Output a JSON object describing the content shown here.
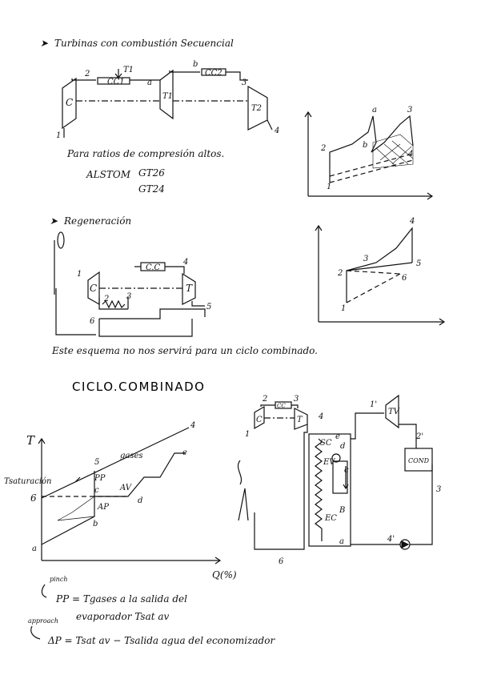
{
  "section1": {
    "bullet": "➤",
    "title": "Turbinas con combustión Secuencial",
    "note_line1": "Para ratios de compresión altos.",
    "models_brand": "ALSTOM",
    "model_a": "GT26",
    "model_b": "GT24",
    "diag_labels": {
      "n1": "1",
      "n2": "2",
      "n3": "3",
      "n4": "4",
      "a": "a",
      "b": "b",
      "T1": "T1",
      "CC1": "CC1",
      "CC2": "CC2",
      "C": "C",
      "T1b": "T1",
      "T2": "T2"
    },
    "ts_labels": {
      "a": "a",
      "b": "b",
      "3": "3",
      "2": "2",
      "4": "4",
      "1": "1"
    }
  },
  "section2": {
    "bullet": "➤",
    "title": "Regeneración",
    "diag_labels": {
      "n1": "1",
      "n2": "2",
      "n3": "3",
      "n4": "4",
      "n5": "5",
      "n6": "6",
      "C": "C",
      "CC": "C.C",
      "T": "T"
    },
    "ts_labels": {
      "4": "4",
      "3": "3",
      "5": "5",
      "2": "2",
      "6": "6",
      "1": "1"
    },
    "note": "Este esquema no nos servirá para un ciclo combinado."
  },
  "section3": {
    "title": "CICLO.COMBINADO",
    "tq": {
      "T_axis": "T",
      "Q_axis": "Q(%)",
      "T_sat": "Tsaturación",
      "n4": "4",
      "n5": "5",
      "n6": "6",
      "gases": "gases",
      "a": "a",
      "b": "b",
      "c": "c",
      "d": "d",
      "e": "e",
      "PP": "PP",
      "AP": "AP",
      "AV": "AV"
    },
    "plant": {
      "n1": "1",
      "n2": "2",
      "n3": "3",
      "n4": "4",
      "n6": "6",
      "n1p": "1'",
      "n2p": "2'",
      "n4p": "4'",
      "C": "C",
      "CC": "CC",
      "T": "T",
      "TV": "TV",
      "COND": "COND",
      "SC": "SC",
      "EV": "EV",
      "EC": "EC",
      "B": "B",
      "e": "e",
      "d": "d",
      "c": "c",
      "a": "a"
    },
    "def1_note": "pinch",
    "def1": "PP = Tgases a la salida del",
    "def1b": "evaporador     Tsat av",
    "def2_note": "approach",
    "def2": "ΔP = Tsat av  − Tsalida agua del economizador"
  }
}
